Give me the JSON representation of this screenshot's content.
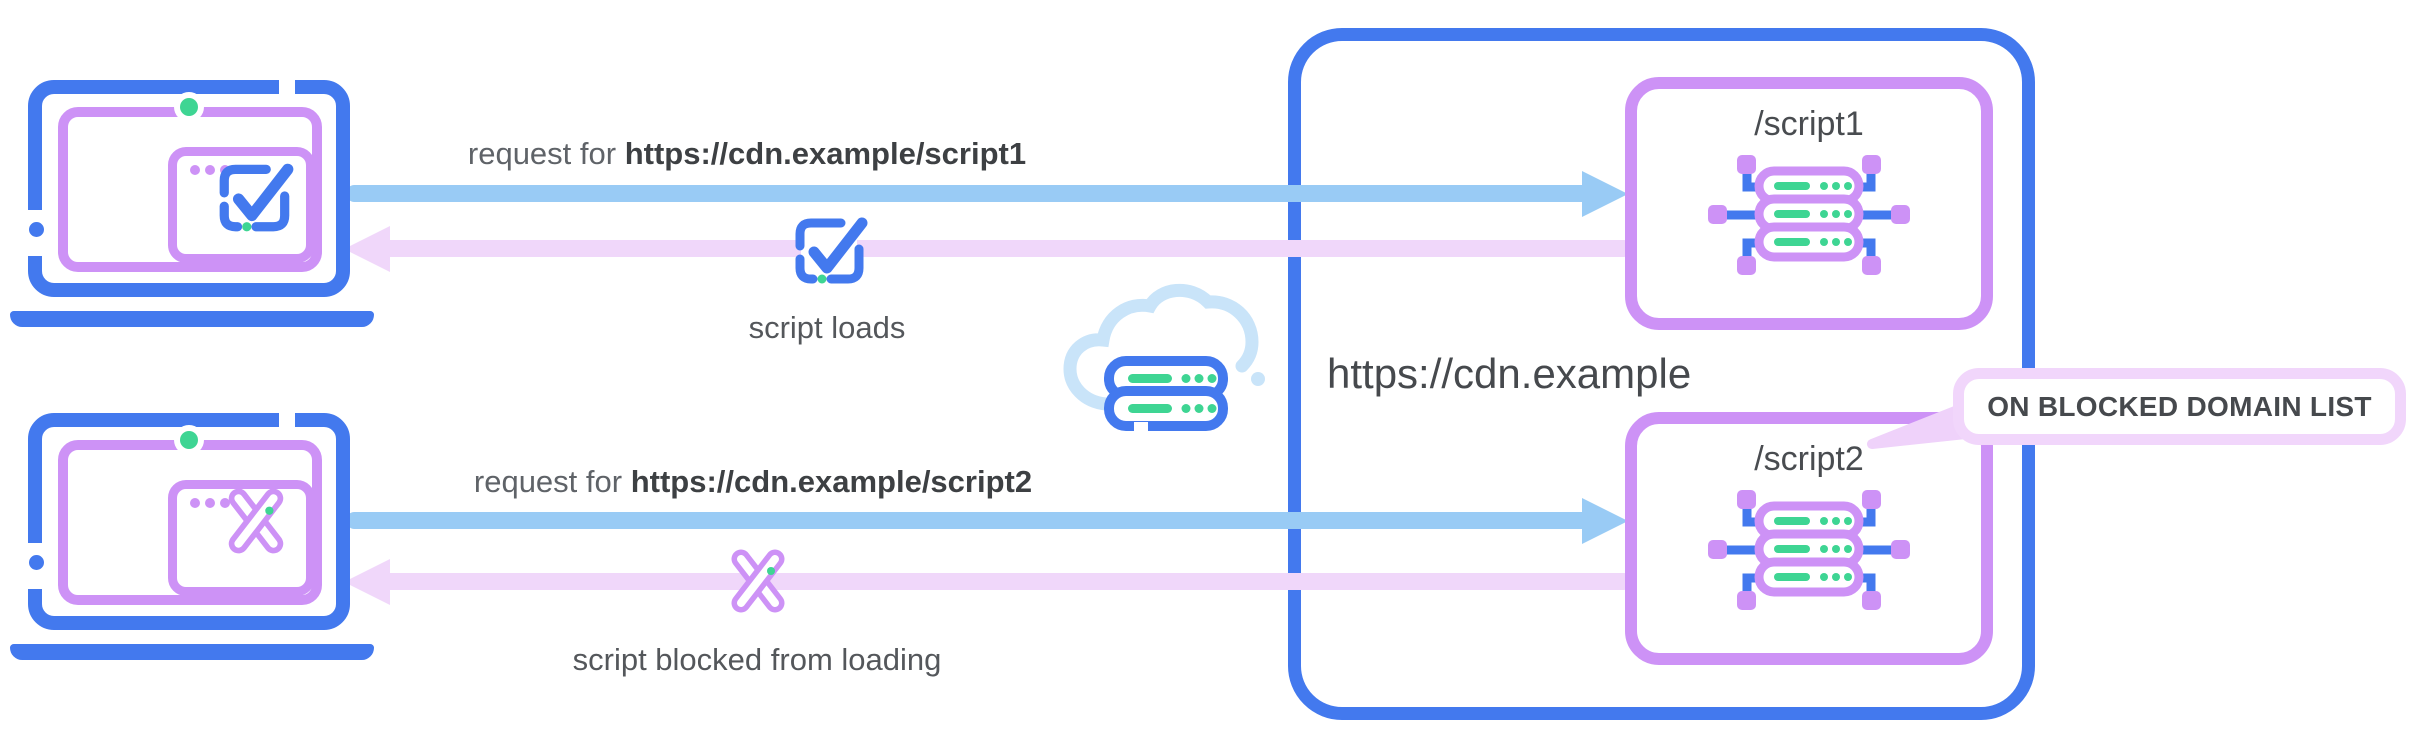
{
  "colors": {
    "blue": "#4379EE",
    "light_blue": "#99CBF5",
    "cloud_blue": "#C9E4F9",
    "purple": "#CD92F6",
    "light_purple": "#F0D7FA",
    "callout_border": "#F1D6FB",
    "tail_purple": "#EFD2FA",
    "green": "#3ED593",
    "text_gray": "#5F6368",
    "text_dark": "#3D4043"
  },
  "row1": {
    "request_prefix": "request for ",
    "request_url": "https://cdn.example/script1",
    "result": "script loads"
  },
  "row2": {
    "request_prefix": "request for ",
    "request_url": "https://cdn.example/script2",
    "result": "script blocked from loading"
  },
  "cdn": {
    "domain": "https://cdn.example",
    "endpoints": [
      {
        "label": "/script1"
      },
      {
        "label": "/script2"
      }
    ],
    "callout": "ON BLOCKED DOMAIN LIST"
  }
}
